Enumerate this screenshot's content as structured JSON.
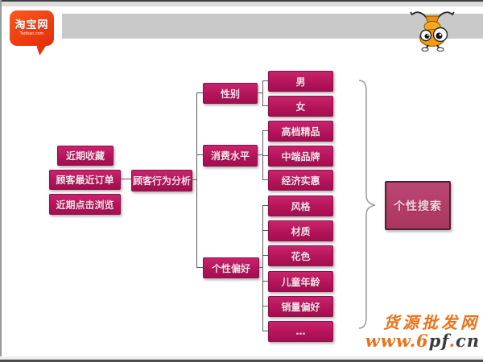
{
  "brand": {
    "logo_line1": "淘宝网",
    "logo_line2": "Taobao.com"
  },
  "icons": {
    "logo": "taobao-speech-bubble-logo",
    "mascot": "taobao-ant-mascot"
  },
  "colors": {
    "node_fill": "#b5145a",
    "search_node_fill": "#ac3662",
    "logo_red": "#ee3c10",
    "header_bar_gray": "#c9c9c9",
    "wire_gray": "#5c5c5c",
    "watermark_orange": "#ed7119"
  },
  "diagram": {
    "sources": [
      "近期收藏",
      "顾客最近订单",
      "近期点击浏览"
    ],
    "root": "顾客行为分析",
    "branches": [
      {
        "label": "性别",
        "children": [
          "男",
          "女"
        ]
      },
      {
        "label": "消费水平",
        "children": [
          "高档精品",
          "中端品牌",
          "经济实惠"
        ]
      },
      {
        "label": "个性偏好",
        "children": [
          "风格",
          "材质",
          "花色",
          "儿童年龄",
          "销量偏好",
          "…"
        ]
      }
    ],
    "result": "个性搜索"
  },
  "watermark": {
    "site_name": "货源批发网",
    "url_segments": [
      {
        "text": "www.6",
        "tone": "orange"
      },
      {
        "text": "pf",
        "tone": "dark"
      },
      {
        "text": ".",
        "tone": "orange"
      },
      {
        "text": "cn",
        "tone": "dark"
      }
    ]
  }
}
